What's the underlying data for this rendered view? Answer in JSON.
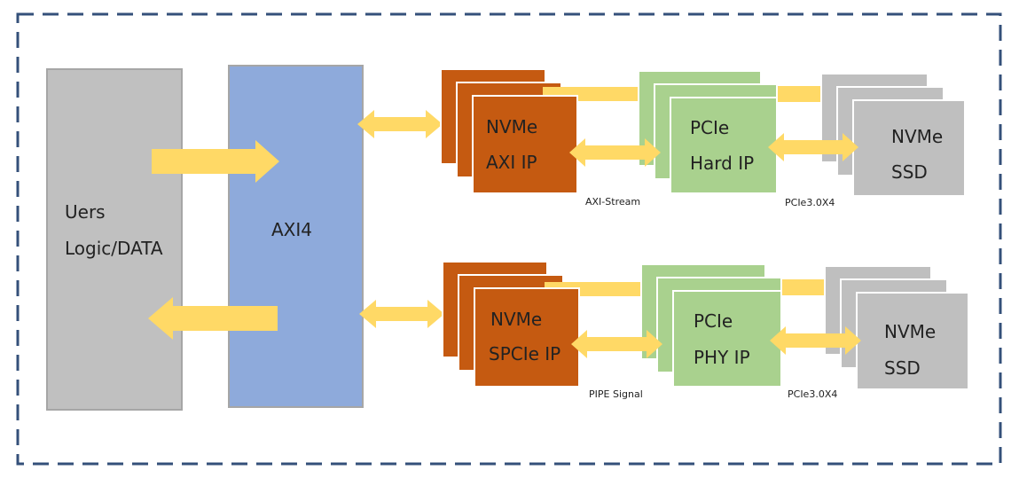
{
  "diagram": {
    "user_block": {
      "line1": "Uers",
      "line2": "Logic/DATA"
    },
    "axi_block": {
      "label": "AXI4"
    },
    "top_row": {
      "nvme_ip": {
        "line1": "NVMe",
        "line2": "AXI IP"
      },
      "pcie_ip": {
        "line1": "PCIe",
        "line2": "Hard IP"
      },
      "ssd": {
        "line1": "NVMe",
        "line2": "SSD"
      },
      "link1_label": "AXI-Stream",
      "link2_label": "PCIe3.0X4"
    },
    "bottom_row": {
      "nvme_ip": {
        "line1": "NVMe",
        "line2": "SPCIe IP"
      },
      "pcie_ip": {
        "line1": "PCIe",
        "line2": "PHY IP"
      },
      "ssd": {
        "line1": "NVMe",
        "line2": "SSD"
      },
      "link1_label": "PIPE Signal",
      "link2_label": "PCIe3.0X4"
    }
  },
  "colors": {
    "frame": "#34507a",
    "user_block": "#c0c0c0",
    "axi_block": "#8eaadb",
    "nvme_ip": "#c55a11",
    "pcie_ip": "#a9d18e",
    "ssd": "#bfbfbf",
    "arrow": "#ffd966"
  }
}
